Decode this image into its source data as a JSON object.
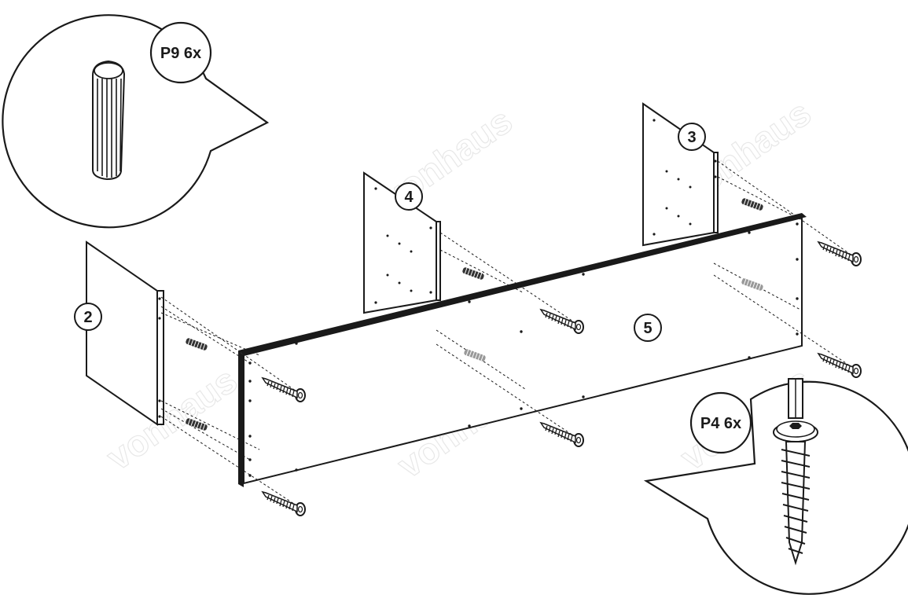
{
  "watermark": "vonhaus",
  "callouts": {
    "dowel": {
      "label": "P9 6x",
      "part": "dowel-icon"
    },
    "screw": {
      "label": "P4 6x",
      "part": "screw-icon"
    }
  },
  "panels": {
    "panel_2": "2",
    "panel_3": "3",
    "panel_4": "4",
    "panel_5": "5"
  },
  "colors": {
    "line": "#1a1a1a",
    "dowel_fill": "#888888",
    "background": "#ffffff"
  }
}
